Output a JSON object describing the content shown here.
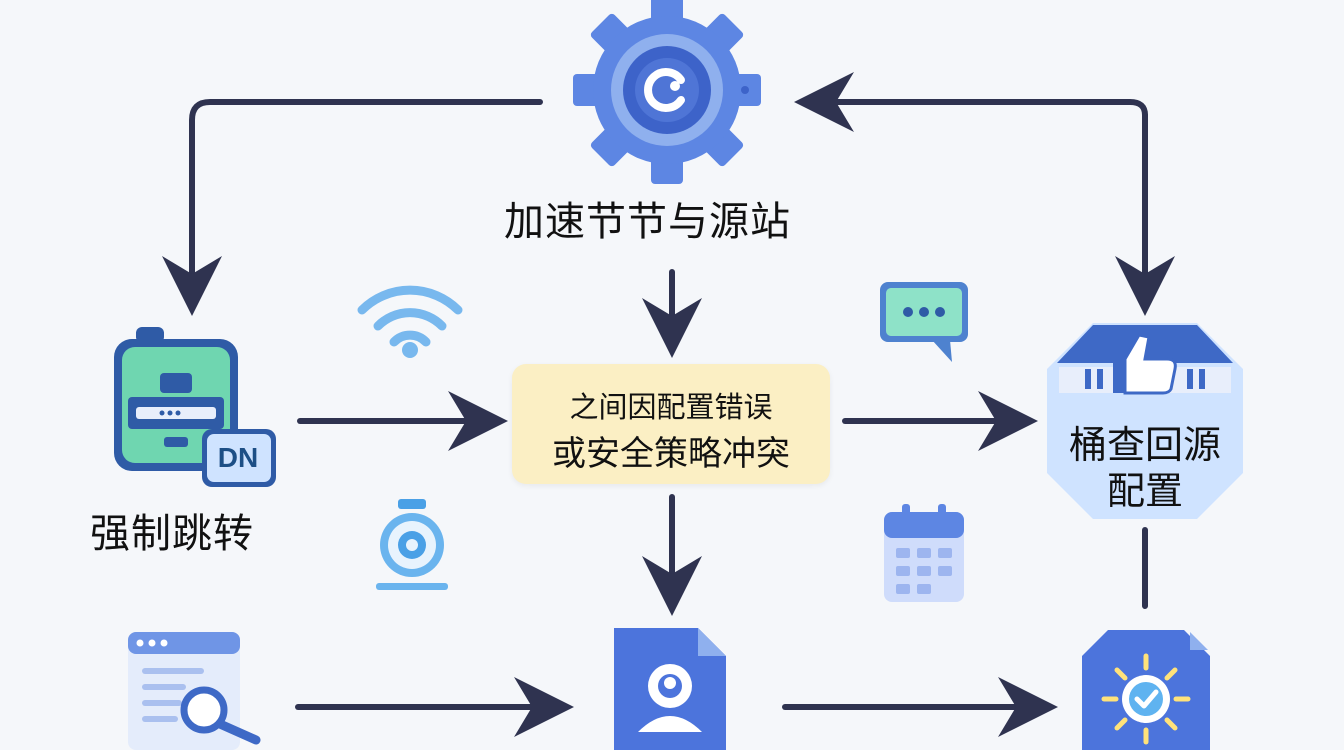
{
  "diagram": {
    "title": "加速节节与源站",
    "left_node_label": "强制跳转",
    "left_badge_text": "DN",
    "center_box": {
      "line1": "之间因配置错误",
      "line2": "或安全策略冲突"
    },
    "right_node": {
      "line1": "桶查回源",
      "line2": "配置"
    }
  },
  "icons": [
    "gear-icon",
    "wifi-icon",
    "chat-icon",
    "device-icon",
    "thumbs-up-icon",
    "stopwatch-icon",
    "calendar-icon",
    "search-window-icon",
    "user-document-icon",
    "verified-badge-icon"
  ],
  "colors": {
    "arrow": "#2f3350",
    "primary_blue": "#4c74dc",
    "light_blue": "#8fb0ee",
    "green": "#6fd6b0",
    "box_yellow": "#fbefc4",
    "badge_blue": "#cfe3ff"
  }
}
